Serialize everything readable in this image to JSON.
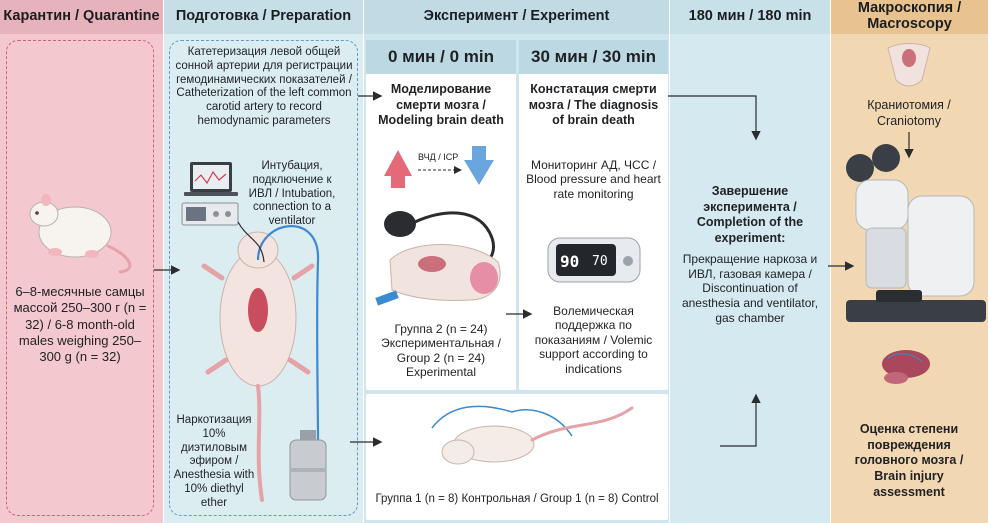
{
  "headers": {
    "quarantine": "Карантин / Quarantine",
    "preparation": "Подготовка / Preparation",
    "experiment": "Эксперимент / Experiment",
    "min180": "180 мин / 180 min",
    "macroscopy": "Макроскопия / Macroscopy"
  },
  "subheaders": {
    "min0": "0 мин / 0 min",
    "min30": "30 мин / 30 min"
  },
  "quarantine": {
    "description": "6–8-месячные самцы массой 250–300 г (n = 32) / 6-8 month-old males weighing 250–300 g (n = 32)"
  },
  "preparation": {
    "catheterization": "Катетеризация левой общей сонной артерии для регистрации гемодинамических показателей / Catheterization of the left common carotid artery to record hemodynamic parameters",
    "intubation": "Интубация, подключение к ИВЛ / Intubation, connection to a ventilator",
    "anesthesia": "Наркотизация 10% диэтиловым эфиром / Anesthesia with 10% diethyl ether"
  },
  "experiment": {
    "modeling": "Моделирование смерти мозга / Modeling brain death",
    "icp_label": "ВЧД / ICP",
    "group2": "Группа 2 (n = 24) Экспериментальная / Group 2 (n = 24) Experimental",
    "diagnosis": "Констатация смерти мозга / The diagnosis of brain death",
    "monitoring": "Мониторинг АД, ЧСС / Blood pressure and heart rate monitoring",
    "volemic": "Волемическая поддержка по показаниям / Volemic support according to indications",
    "group1": "Группа 1 (n = 8) Контрольная / Group 1 (n = 8) Control",
    "oximeter_spo2": "90",
    "oximeter_pr": "70"
  },
  "completion": {
    "title": "Завершение эксперимента / Completion of the experiment:",
    "description": "Прекращение наркоза и ИВЛ, газовая камера / Discontinuation of anesthesia and ventilator, gas chamber"
  },
  "macroscopy": {
    "craniotomy": "Краниотомия / Craniotomy",
    "assessment": "Оценка степени повреждения головного мозга / Brain injury assessment"
  },
  "colors": {
    "quarantine_bg": "#f3c9cf",
    "preparation_bg": "#d9ecf1",
    "experiment_bg": "#cfe6ee",
    "macroscopy_bg": "#f2d8b2",
    "header_quarantine": "#e6b0b8",
    "header_preparation": "#c3dde6",
    "header_macroscopy": "#e6c08a",
    "icp_up": "#e46a7a",
    "icp_down": "#6aa5dd"
  }
}
